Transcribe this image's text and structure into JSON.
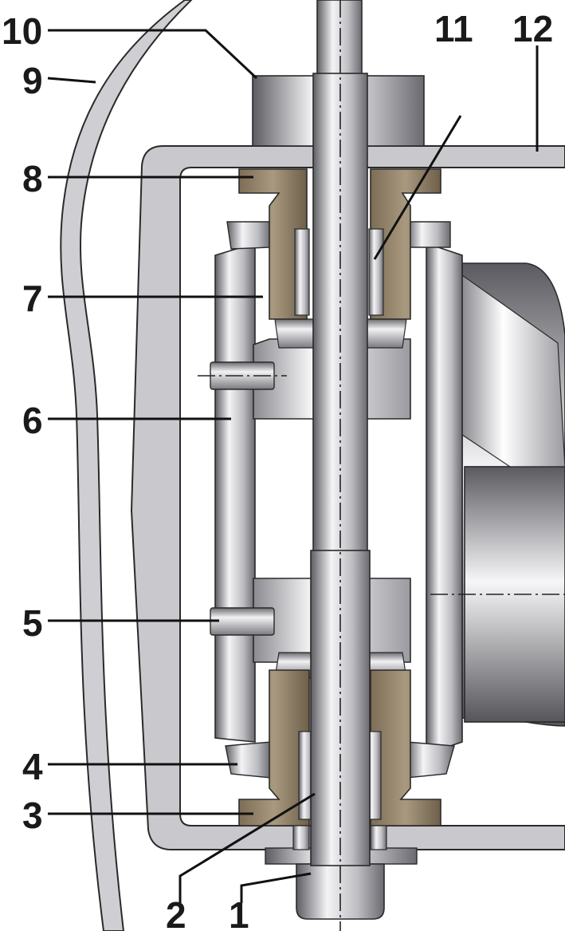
{
  "callouts": {
    "c1": "1",
    "c2": "2",
    "c3": "3",
    "c4": "4",
    "c5": "5",
    "c6": "6",
    "c7": "7",
    "c8": "8",
    "c9": "9",
    "c10": "10",
    "c11": "11",
    "c12": "12"
  },
  "colors": {
    "bushing": "#8a7a62",
    "frame": "#c8c8cc",
    "metal_light": "#f2f2f4",
    "metal_dark": "#6b6b70",
    "outline": "#2a2a2a"
  }
}
